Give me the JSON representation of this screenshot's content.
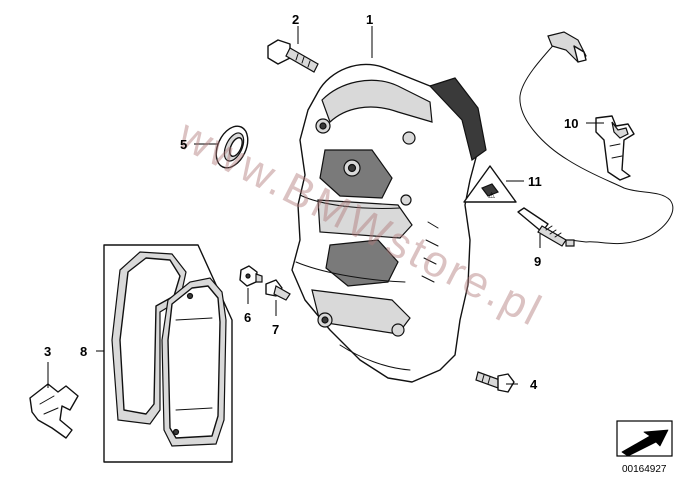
{
  "watermark": "www.BMWstore.pl",
  "diagram_number": "00164927",
  "callouts": {
    "c1": "1",
    "c2": "2",
    "c3": "3",
    "c4": "4",
    "c5": "5",
    "c6": "6",
    "c7": "7",
    "c8": "8",
    "c9": "9",
    "c10": "10",
    "c11": "11"
  }
}
